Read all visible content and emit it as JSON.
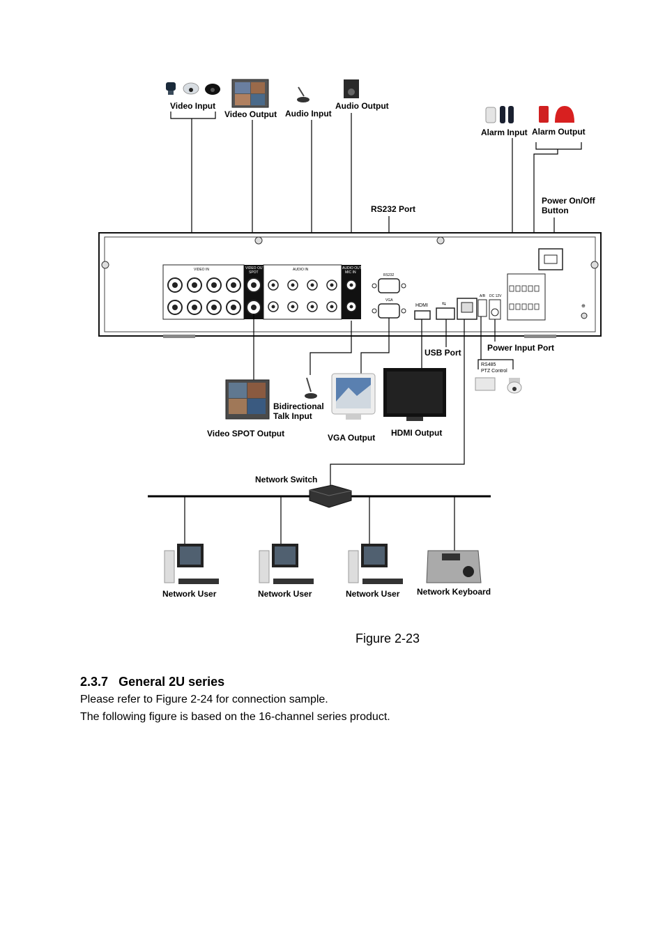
{
  "labels": {
    "video_input": "Video Input",
    "video_output": "Video Output",
    "audio_input": "Audio Input",
    "audio_output": "Audio Output",
    "alarm_input": "Alarm Input",
    "alarm_output": "Alarm Output",
    "rs232_port": "RS232 Port",
    "power_button_line1": "Power On/Off",
    "power_button_line2": "Button",
    "usb_port": "USB Port",
    "power_input_port": "Power Input Port",
    "rs485_line1": "RS485",
    "rs485_line2": "PTZ Control",
    "bidirectional_line1": "Bidirectional",
    "bidirectional_line2": "Talk  Input",
    "video_spot_output": "Video SPOT Output",
    "vga_output": "VGA Output",
    "hdmi_output": "HDMI Output",
    "network_switch": "Network Switch",
    "network_user": "Network User",
    "network_keyboard": "Network Keyboard"
  },
  "panel_labels": {
    "video_in": "VIDEO IN",
    "video_out": "VIDEO OUT",
    "spot": "SPOT",
    "audio_in": "AUDIO IN",
    "audio_out": "AUDIO OUT",
    "mic_in": "MIC IN",
    "rs232": "RS232",
    "vga": "VGA",
    "hdmi": "HDMI",
    "ab": "A/B",
    "dc12v": "DC 12V"
  },
  "figure_caption": "Figure 2-23",
  "section": {
    "number": "2.3.7",
    "title": "General 2U series"
  },
  "paragraphs": [
    "Please refer to Figure 2-24 for connection sample.",
    "The following figure is based on the 16-channel series product."
  ]
}
